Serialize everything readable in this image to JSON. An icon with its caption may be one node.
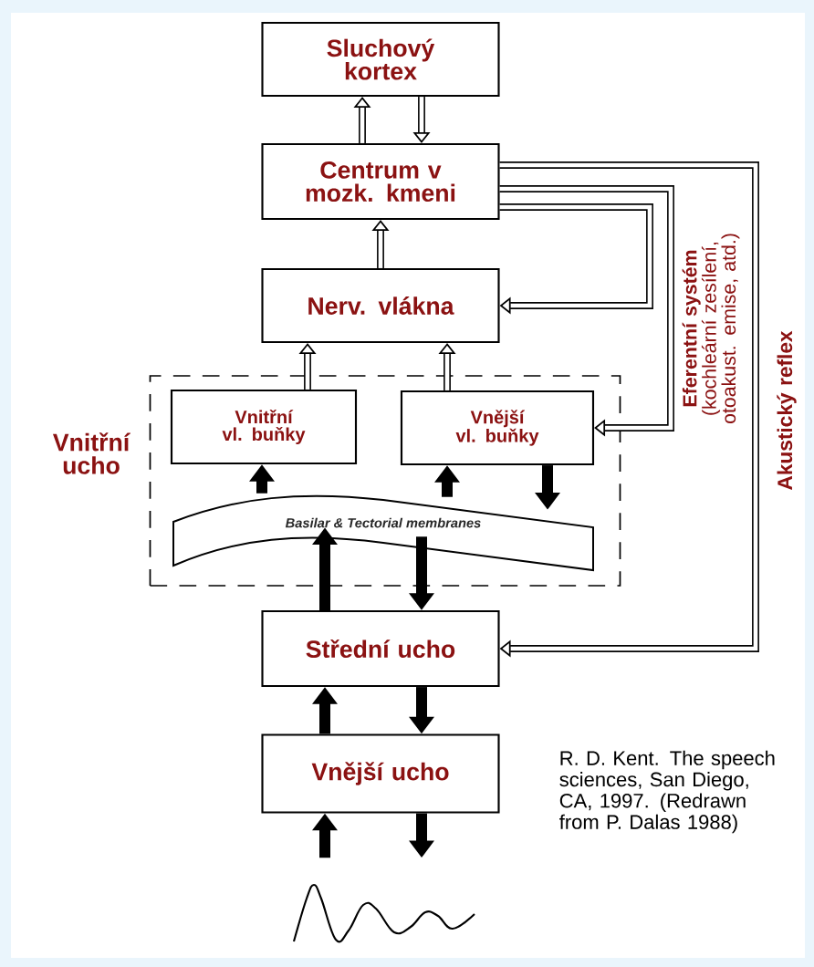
{
  "diagram": {
    "nodes": [
      {
        "text": [
          "Sluchový kortex"
        ]
      },
      {
        "text": [
          "Centrum v mozk. kmeni"
        ]
      },
      {
        "text": [
          "Nerv. vlákna"
        ]
      },
      {
        "text": [
          "Vnitřní ucho"
        ]
      },
      {
        "text": [
          "Vnitřní vl. buňky"
        ],
        "in": 3
      },
      {
        "text": [
          "Vnější vl. buňky"
        ],
        "in": 3
      },
      {
        "text": [
          "Basilar & Tectorial membranes"
        ],
        "in": 3
      },
      {
        "text": [
          "Střední ucho"
        ]
      },
      {
        "text": [
          "Vnější ucho"
        ]
      },
      {
        "text": [],
        "shape": "wave"
      }
    ],
    "edges": [
      {
        "from": 1,
        "to": 0,
        "arrow": "to"
      },
      {
        "from": 0,
        "to": 1,
        "arrow": "to"
      },
      {
        "from": 2,
        "to": 1,
        "arrow": "to"
      },
      {
        "from": 4,
        "to": 2,
        "arrow": "to"
      },
      {
        "from": 5,
        "to": 2,
        "arrow": "to"
      },
      {
        "from": 6,
        "to": 4,
        "arrow": "to"
      },
      {
        "from": 6,
        "to": 5,
        "arrow": "to"
      },
      {
        "from": 5,
        "to": 6,
        "arrow": "to"
      },
      {
        "from": 7,
        "to": 6,
        "arrow": "to"
      },
      {
        "from": 6,
        "to": 7,
        "arrow": "to"
      },
      {
        "from": 8,
        "to": 7,
        "arrow": "to"
      },
      {
        "from": 7,
        "to": 8,
        "arrow": "to"
      },
      {
        "from": 9,
        "to": 8,
        "arrow": "to"
      },
      {
        "from": 8,
        "to": 9,
        "arrow": "to"
      },
      {
        "from": 1,
        "to": 2,
        "arrow": "to"
      },
      {
        "from": 1,
        "to": 5,
        "arrow": "to",
        "label": "**Eferentní systém** (kochleární zesílení, otoakust. emise, atd.)"
      },
      {
        "from": 1,
        "to": 7,
        "arrow": "to",
        "label": "Akustický reflex"
      }
    ],
    "labels": [
      "R. D. Kent. The speech sciences, San Diego, CA, 1997. (Redrawn from P. Dalas 1988)"
    ]
  }
}
